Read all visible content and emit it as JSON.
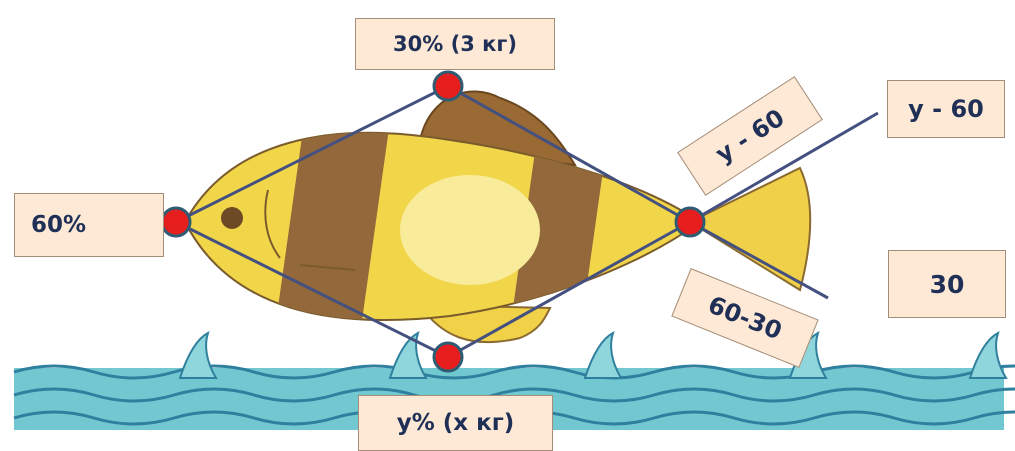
{
  "labels": {
    "top": "30% (3 кг)",
    "left": "60%",
    "bottom": "y% (x кг)",
    "right_top": "y - 60",
    "right_bottom": "30",
    "rot_top": "y - 60",
    "rot_bottom": "60-30"
  },
  "colors": {
    "line": "#44507f",
    "vertex": "#e61e1e",
    "vertex_ring": "#2e5d73",
    "label_bg": "#fde9d6",
    "label_text": "#1f2f56",
    "fish_yellow": "#f2d64a",
    "fish_brown": "#93693c",
    "water": "#6ec7cf"
  }
}
